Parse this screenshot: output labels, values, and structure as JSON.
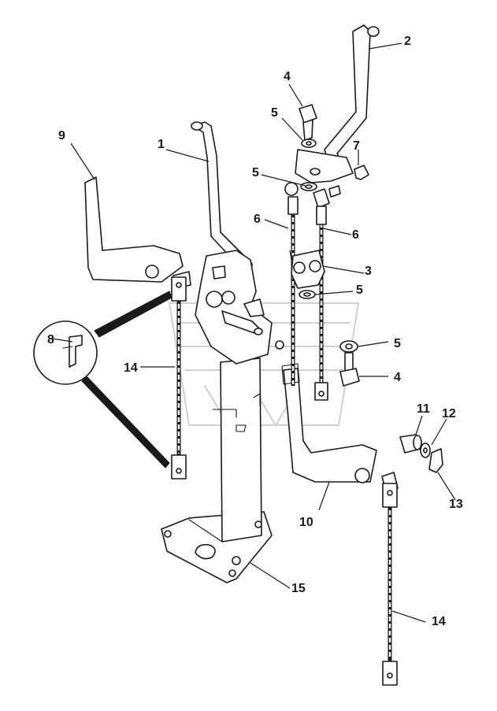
{
  "callouts": [
    {
      "id": "c1",
      "label": "1"
    },
    {
      "id": "c2",
      "label": "2"
    },
    {
      "id": "c3",
      "label": "3"
    },
    {
      "id": "c4a",
      "label": "4"
    },
    {
      "id": "c4b",
      "label": "4"
    },
    {
      "id": "c5a",
      "label": "5"
    },
    {
      "id": "c5b",
      "label": "5"
    },
    {
      "id": "c5c",
      "label": "5"
    },
    {
      "id": "c5d",
      "label": "5"
    },
    {
      "id": "c6a",
      "label": "6"
    },
    {
      "id": "c6b",
      "label": "6"
    },
    {
      "id": "c7",
      "label": "7"
    },
    {
      "id": "c8",
      "label": "8"
    },
    {
      "id": "c9",
      "label": "9"
    },
    {
      "id": "c10",
      "label": "10"
    },
    {
      "id": "c11",
      "label": "11"
    },
    {
      "id": "c12",
      "label": "12"
    },
    {
      "id": "c13",
      "label": "13"
    },
    {
      "id": "c14a",
      "label": "14"
    },
    {
      "id": "c14b",
      "label": "14"
    },
    {
      "id": "c15",
      "label": "15"
    }
  ]
}
